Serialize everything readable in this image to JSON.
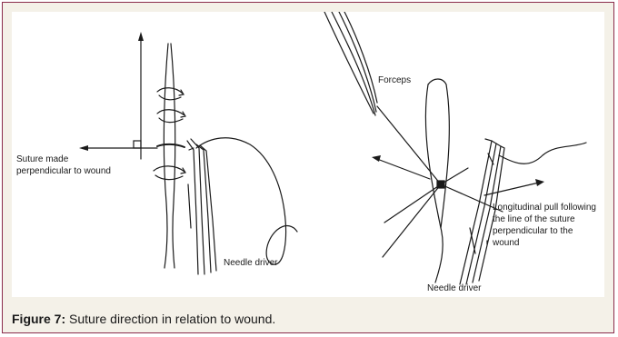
{
  "figure": {
    "labels": {
      "suture_made_line1": "Suture made",
      "suture_made_line2": "perpendicular to wound",
      "needle_driver_left": "Needle driver",
      "forceps": "Forceps",
      "longitudinal_line1": "Longitudinal pull following",
      "longitudinal_line2": "the line of the suture",
      "longitudinal_line3": "perpendicular to the",
      "longitudinal_line4": "wound",
      "needle_driver_right": "Needle driver"
    }
  },
  "caption": {
    "label": "Figure 7:",
    "text": " Suture direction in relation to wound."
  },
  "colors": {
    "border": "#8a2c4c",
    "panel_background": "#f4f1e8",
    "drawing": "#1a1a1a"
  }
}
